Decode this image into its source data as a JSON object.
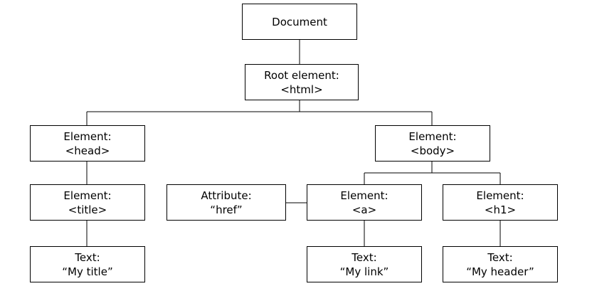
{
  "diagram": {
    "nodes": {
      "document": {
        "line1": "Document"
      },
      "root": {
        "line1": "Root element:",
        "line2": "<html>"
      },
      "head": {
        "line1": "Element:",
        "line2": "<head>"
      },
      "body": {
        "line1": "Element:",
        "line2": "<body>"
      },
      "title": {
        "line1": "Element:",
        "line2": "<title>"
      },
      "attribute": {
        "line1": "Attribute:",
        "line2": "“href”"
      },
      "a": {
        "line1": "Element:",
        "line2": "<a>"
      },
      "h1": {
        "line1": "Element:",
        "line2": "<h1>"
      },
      "text_title": {
        "line1": "Text:",
        "line2": "“My title”"
      },
      "text_link": {
        "line1": "Text:",
        "line2": "“My link”"
      },
      "text_header": {
        "line1": "Text:",
        "line2": "“My header”"
      }
    },
    "line_color": "#000000",
    "box_border_color": "#000000"
  }
}
